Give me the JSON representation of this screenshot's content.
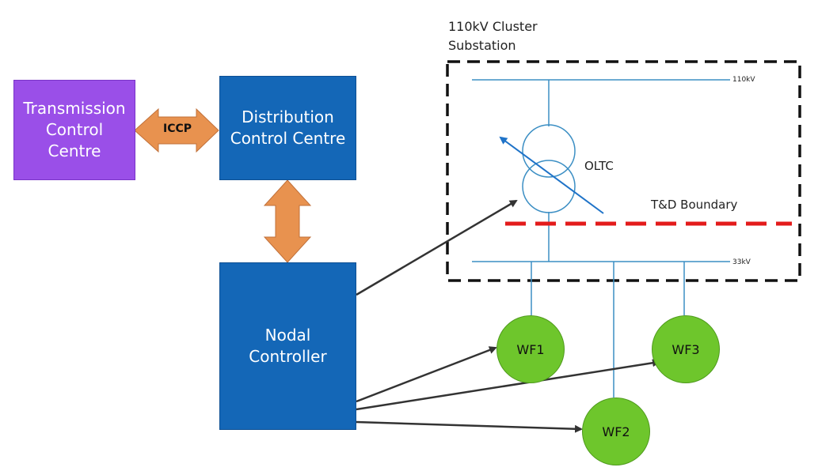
{
  "nodes": {
    "transmission_control_centre": "Transmission\nControl\nCentre",
    "distribution_control_centre": "Distribution\nControl Centre",
    "nodal_controller": "Nodal\nController",
    "iccp": "ICCP"
  },
  "substation": {
    "title": "110kV Cluster\nSubstation",
    "bus_110": "110kV",
    "bus_33": "33kV",
    "oltc": "OLTC",
    "boundary": "T&D Boundary"
  },
  "wind_farms": {
    "wf1": "WF1",
    "wf2": "WF2",
    "wf3": "WF3"
  },
  "colors": {
    "purple": "#9a4fe8",
    "blue": "#1467b7",
    "orange": "#e8924f",
    "green": "#6ec62c",
    "boundary_red": "#e31b1b",
    "bus_line": "#3c8fc4"
  }
}
